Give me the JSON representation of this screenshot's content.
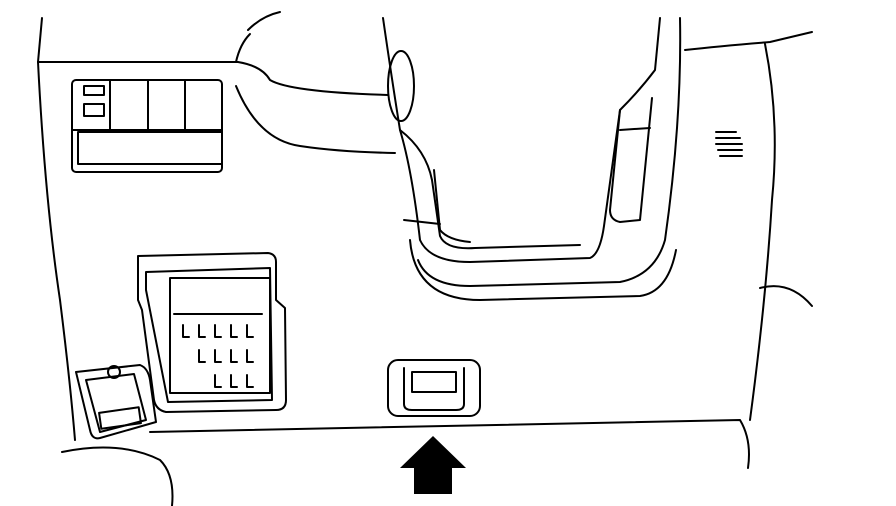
{
  "diagram": {
    "colors": {
      "line": "#000000",
      "background": "#ffffff",
      "arrow": "#000000"
    },
    "fuse_rows": [
      5,
      4,
      3
    ],
    "icons": [
      "arrow-up-icon",
      "fuse-icon"
    ]
  }
}
